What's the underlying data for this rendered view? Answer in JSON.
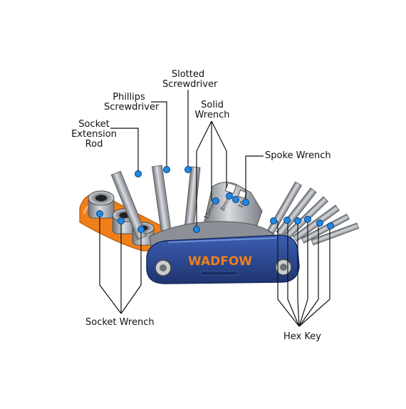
{
  "labels": {
    "slotted": [
      "Slotted",
      "Screwdriver"
    ],
    "phillips": [
      "Phillips",
      "Screwdriver"
    ],
    "solid": [
      "Solid",
      "Wrench"
    ],
    "socket_ext": [
      "Socket",
      "Extension",
      "Rod"
    ],
    "spoke": "Spoke Wrench",
    "socket_wrench": "Socket Wrench",
    "hex_key": "Hex Key"
  },
  "brand": "WADFOW",
  "wrench_marks": [
    "15mm",
    "8mm",
    "10"
  ],
  "colors": {
    "handle": "#2f4f9e",
    "handle_dark": "#1f3470",
    "brand_text": "#f07f1a",
    "orange": "#f07f1a",
    "steel": "#9a9ea4",
    "callout_dot": "#1e88e5",
    "line": "#111111"
  }
}
